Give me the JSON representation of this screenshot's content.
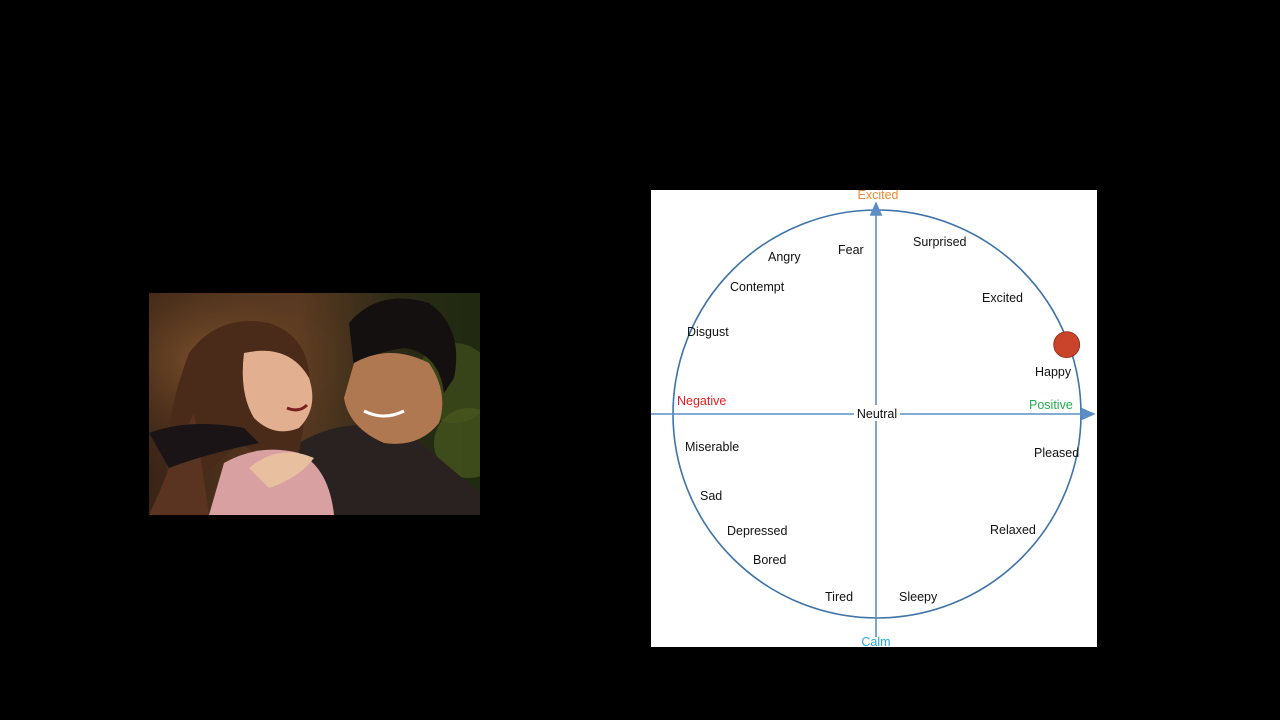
{
  "colors": {
    "background": "#000000",
    "panel": "#ffffff",
    "axis": "#5b8fc4",
    "circle": "#3f74a8",
    "negative": "#e02020",
    "positive": "#1fae4c",
    "excited_axis": "#f08a30",
    "calm_axis": "#23a8e0",
    "marker": "#c9442a",
    "label": "#111111"
  },
  "photo": {
    "icon": "movie-still-couple-image"
  },
  "wheel": {
    "axes": {
      "top": "Excited",
      "bottom": "Calm",
      "left": "Negative",
      "right": "Positive",
      "center": "Neutral"
    },
    "labels": {
      "fear": "Fear",
      "surprised": "Surprised",
      "angry": "Angry",
      "contempt": "Contempt",
      "excited": "Excited",
      "disgust": "Disgust",
      "happy": "Happy",
      "miserable": "Miserable",
      "pleased": "Pleased",
      "sad": "Sad",
      "depressed": "Depressed",
      "relaxed": "Relaxed",
      "bored": "Bored",
      "tired": "Tired",
      "sleepy": "Sleepy"
    },
    "marker": {
      "icon": "emotion-marker-dot",
      "valence": 0.93,
      "arousal": 0.34
    }
  }
}
